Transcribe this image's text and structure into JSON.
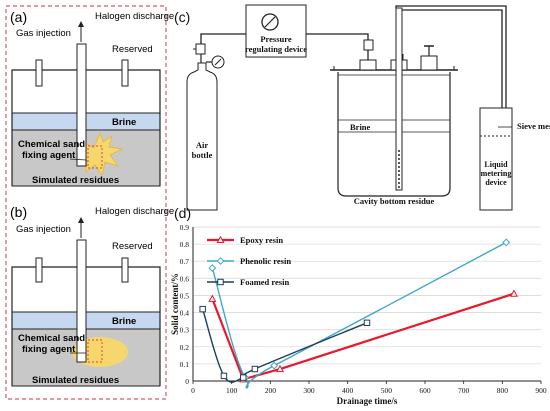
{
  "panel_a": {
    "label": "(a)",
    "halogen_discharge": "Halogen discharge",
    "gas_injection": "Gas injection",
    "reserved": "Reserved",
    "brine": "Brine",
    "agent_line1": "Chemical sand",
    "agent_line2": "fixing agent",
    "residues": "Simulated residues"
  },
  "panel_b": {
    "label": "(b)",
    "halogen_discharge": "Halogen discharge",
    "gas_injection": "Gas injection",
    "reserved": "Reserved",
    "brine": "Brine",
    "agent_line1": "Chemical sand",
    "agent_line2": "fixing agent",
    "residues": "Simulated residues"
  },
  "panel_c": {
    "label": "(c)",
    "pressure_line1": "Pressure",
    "pressure_line2": "regulating device",
    "air_line1": "Air",
    "air_line2": "bottle",
    "brine": "Brine",
    "cavity": "Cavity bottom residue",
    "sieve": "Sieve mesh",
    "liquid_line1": "Liquid",
    "liquid_line2": "metering",
    "liquid_line3": "device"
  },
  "panel_d": {
    "label": "(d)"
  },
  "colors": {
    "epoxy": "#e8192c",
    "phenolic": "#3ea7c9",
    "foamed": "#1c3f5a",
    "agent": "#f5d76e",
    "brine_fill": "#c5d8ef",
    "residue_fill": "#c8c8c8"
  },
  "chart_data": {
    "type": "line",
    "xlabel": "Drainage time/s",
    "ylabel": "Solid content/%",
    "xlim": [
      0,
      900
    ],
    "ylim": [
      0,
      0.9
    ],
    "xticks": [
      "0",
      "100",
      "200",
      "300",
      "400",
      "500",
      "600",
      "700",
      "800",
      "900"
    ],
    "yticks": [
      "0",
      "0.1",
      "0.2",
      "0.3",
      "0.4",
      "0.5",
      "0.6",
      "0.7",
      "0.8",
      "0.9"
    ],
    "legend_position": "top-left",
    "series": [
      {
        "name": "Epoxy resin",
        "marker": "triangle",
        "color": "#e8192c",
        "smooth": false,
        "x": [
          50,
          130,
          225,
          830
        ],
        "y": [
          0.48,
          0.01,
          0.07,
          0.51
        ]
      },
      {
        "name": "Phenolic resin",
        "marker": "diamond",
        "color": "#3ea7c9",
        "smooth": true,
        "x": [
          50,
          135,
          210,
          810
        ],
        "y": [
          0.66,
          0.02,
          0.09,
          0.81
        ]
      },
      {
        "name": "Foamed resin",
        "marker": "square",
        "color": "#1c3f5a",
        "smooth": true,
        "x": [
          25,
          80,
          130,
          160,
          450
        ],
        "y": [
          0.42,
          0.03,
          0.02,
          0.07,
          0.34
        ]
      }
    ]
  }
}
